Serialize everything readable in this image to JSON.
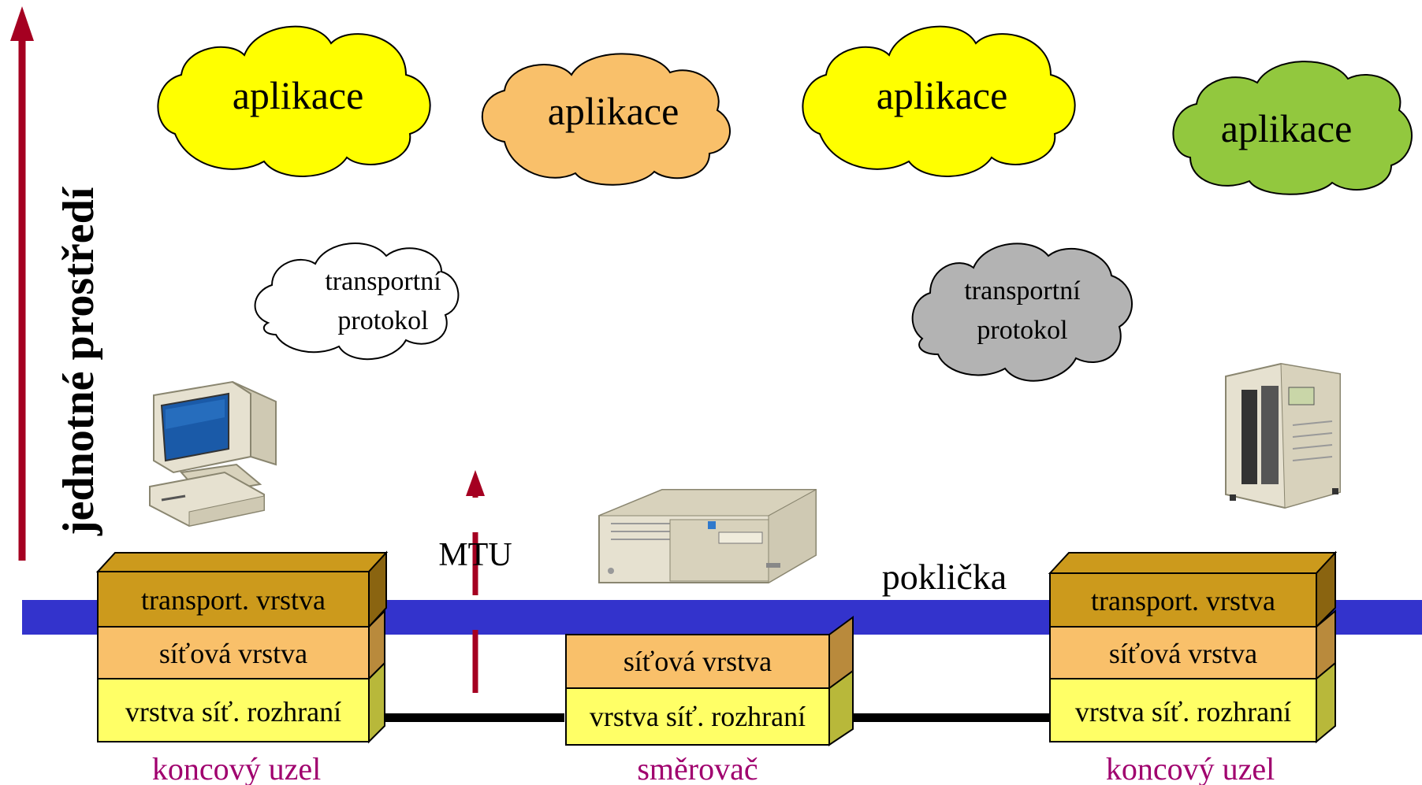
{
  "vertical_label": "jednotné prostředí",
  "clouds": {
    "app1": {
      "label": "aplikace",
      "fill": "#ffff00"
    },
    "app2": {
      "label": "aplikace",
      "fill": "#f9c06a"
    },
    "app3": {
      "label": "aplikace",
      "fill": "#ffff00"
    },
    "app4": {
      "label": "aplikace",
      "fill": "#92c83e"
    },
    "transport_left": {
      "line1": "transportní",
      "line2": "protokol",
      "fill": "#ffffff"
    },
    "transport_right": {
      "line1": "transportní",
      "line2": "protokol",
      "fill": "#b3b3b3"
    }
  },
  "mtu_label": "MTU",
  "poklicka_label": "poklička",
  "stacks": {
    "left": {
      "transport": "transport. vrstva",
      "network": "síťová vrstva",
      "interface": "vrstva síť. rozhraní",
      "caption": "koncový uzel"
    },
    "router": {
      "network": "síťová vrstva",
      "interface": "vrstva síť. rozhraní",
      "caption": "směrovač"
    },
    "right": {
      "transport": "transport. vrstva",
      "network": "síťová vrstva",
      "interface": "vrstva síť. rozhraní",
      "caption": "koncový uzel"
    }
  },
  "colors": {
    "transport_layer": "#cc9a1c",
    "network_layer": "#f9c06a",
    "interface_layer": "#ffff66",
    "band": "#3333cc",
    "arrow": "#a50021",
    "caption": "#a0006e"
  }
}
